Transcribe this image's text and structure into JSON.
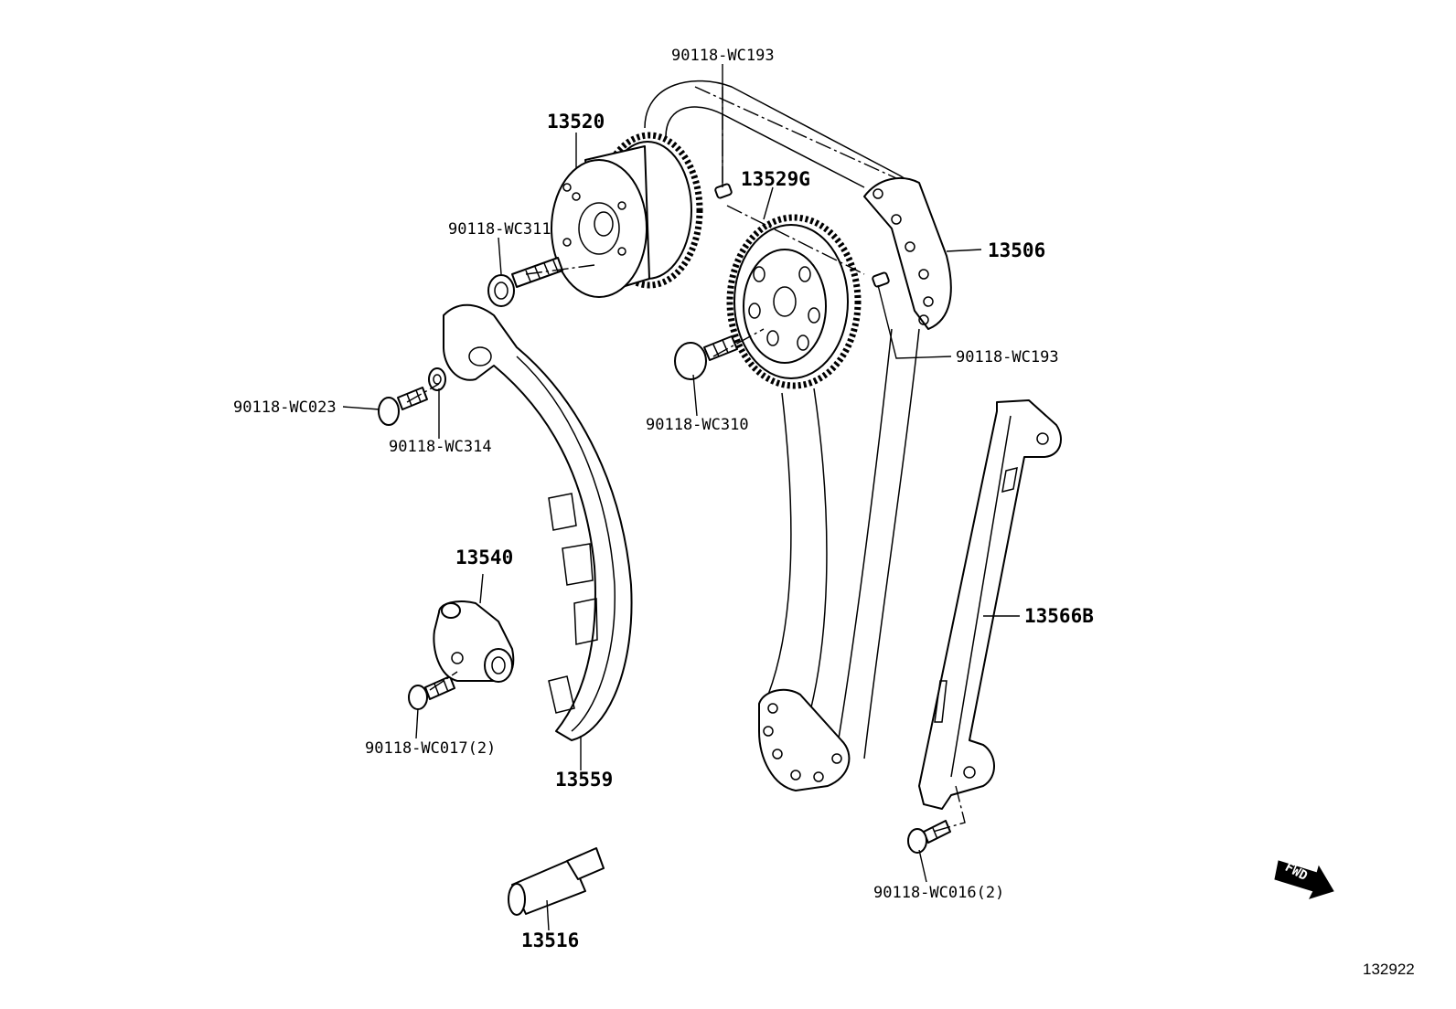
{
  "diagram": {
    "labels": {
      "wc193_top": "90118-WC193",
      "wc193_right": "90118-WC193",
      "p13520": "13520",
      "p13529g": "13529G",
      "p13506": "13506",
      "wc311": "90118-WC311",
      "wc310": "90118-WC310",
      "wc023": "90118-WC023",
      "wc314": "90118-WC314",
      "p13540": "13540",
      "p13566b": "13566B",
      "wc017": "90118-WC017(2)",
      "p13559": "13559",
      "wc016": "90118-WC016(2)",
      "p13516": "13516",
      "fwd": "FWD",
      "ref_number": "132922"
    }
  }
}
